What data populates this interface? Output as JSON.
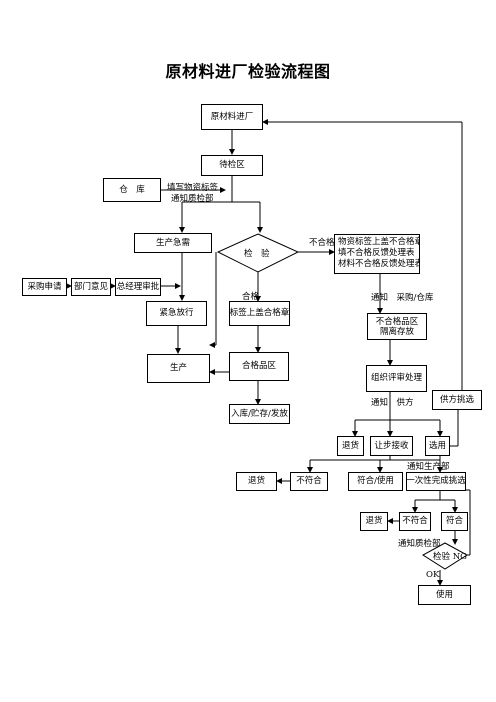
{
  "title": "原材料进厂检验流程图",
  "nodes": {
    "incoming": "原材料进厂",
    "pending": "待检区",
    "warehouse": "仓　库",
    "urgent": "生产急需",
    "inspect": "检　验",
    "nc_fill": [
      "物资标签上盖不合格章",
      "填不合格反馈处理表",
      "材料不合格反馈处理表"
    ],
    "purchase_req": "采购申请",
    "dept_opinion": "部门意见",
    "gm_approve": "总经理审批",
    "emergency": "紧急放行",
    "ok_stamp": "标签上盖合格章",
    "nc_area": [
      "不合格品区",
      "隔离存放"
    ],
    "production": "生产",
    "ok_area": "合格品区",
    "review": "组织评审处理",
    "store": "入库/贮存/发放",
    "supplier_pick": "供方挑选",
    "return1": "退货",
    "concession": "让步接收",
    "select": "选用",
    "return2": "退货",
    "nonconform1": "不符合",
    "conform_use": "符合/使用",
    "one_time": "一次性完成挑选",
    "return3": "退货",
    "nonconform2": "不符合",
    "conform2": "符合",
    "recheck": "检验 NG",
    "use": "使用"
  },
  "labels": {
    "fill_tag": "填写物资标签",
    "notify_qc": "通知质检部",
    "ng": "不合格",
    "ok": "合格",
    "notify_purchase": "通知　采购/仓库",
    "notify_supplier": "通知　供方",
    "notify_prod": "通知生产部",
    "notify_qc2": "通知质检部",
    "ok_out": "OK"
  }
}
